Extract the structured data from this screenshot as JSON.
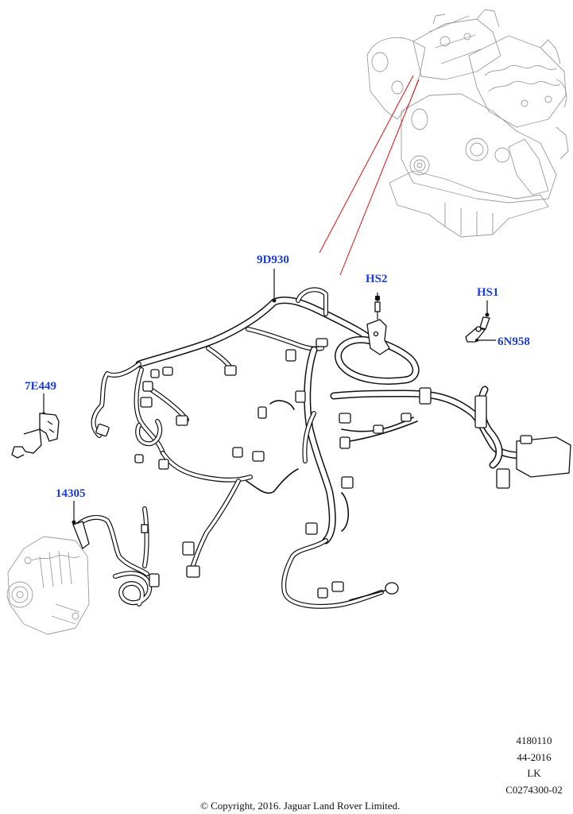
{
  "diagram": {
    "title": "Engine wiring harness assembly",
    "callouts": [
      {
        "id": "9D930",
        "label": "9D930",
        "part": "engine wiring harness"
      },
      {
        "id": "HS2",
        "label": "HS2",
        "part": "harness bracket screw"
      },
      {
        "id": "HS1",
        "label": "HS1",
        "part": "bracket screw"
      },
      {
        "id": "6N958",
        "label": "6N958",
        "part": "harness support bracket"
      },
      {
        "id": "7E449",
        "label": "7E449",
        "part": "harness retaining bracket"
      },
      {
        "id": "14305",
        "label": "14305",
        "part": "alternator cable harness"
      }
    ],
    "reference_components": [
      "engine-assembly",
      "alternator"
    ],
    "label_color": "#1a3be0",
    "leader_color": "#111111",
    "locator_line_color": "#e01010"
  },
  "meta": {
    "illustration_number": "4180110",
    "date_code": "44-2016",
    "market_code": "LK",
    "drawing_number": "C0274300-02"
  },
  "footer": {
    "copyright": "© Copyright, 2016. Jaguar Land Rover Limited."
  }
}
